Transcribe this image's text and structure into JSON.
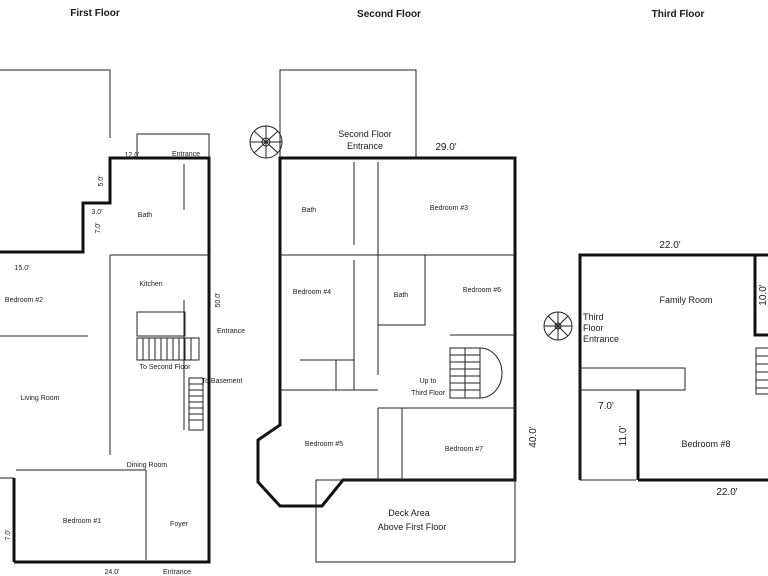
{
  "headers": {
    "first": "First Floor",
    "second": "Second Floor",
    "third": "Third Floor"
  },
  "first_floor": {
    "bath": "Bath",
    "kitchen": "Kitchen",
    "bedroom2": "Bedroom #2",
    "living_room": "Living Room",
    "dining_room": "Dining Room",
    "bedroom1": "Bedroom #1",
    "foyer": "Foyer",
    "entrance_top": "Entrance",
    "entrance_side": "Entrance",
    "entrance_bottom": "Entrance",
    "to_second_floor": "To Second Floor",
    "to_basement": "To Basement",
    "dim_12": "12.0'",
    "dim_5": "5.0'",
    "dim_3": "3.0'",
    "dim_7": "7.0'",
    "dim_15": "15.0'",
    "dim_50": "50.0'",
    "dim_7b": "7.0'",
    "dim_24": "24.0'"
  },
  "second_floor": {
    "entrance_line1": "Second Floor",
    "entrance_line2": "Entrance",
    "bath1": "Bath",
    "bedroom3": "Bedroom #3",
    "bedroom4": "Bedroom #4",
    "bath2": "Bath",
    "bedroom6": "Bedroom #6",
    "up_line1": "Up to",
    "up_line2": "Third Floor",
    "bedroom5": "Bedroom #5",
    "bedroom7": "Bedroom #7",
    "deck_line1": "Deck Area",
    "deck_line2": "Above First Floor",
    "dim_29": "29.0'",
    "dim_40": "40.0'"
  },
  "third_floor": {
    "family_room": "Family Room",
    "entrance_line1": "Third",
    "entrance_line2": "Floor",
    "entrance_line3": "Entrance",
    "bedroom8": "Bedroom #8",
    "dim_22_top": "22.0'",
    "dim_22_bottom": "22.0'",
    "dim_7": "7.0'",
    "dim_11": "11.0'",
    "dim_10": "10.0'"
  }
}
